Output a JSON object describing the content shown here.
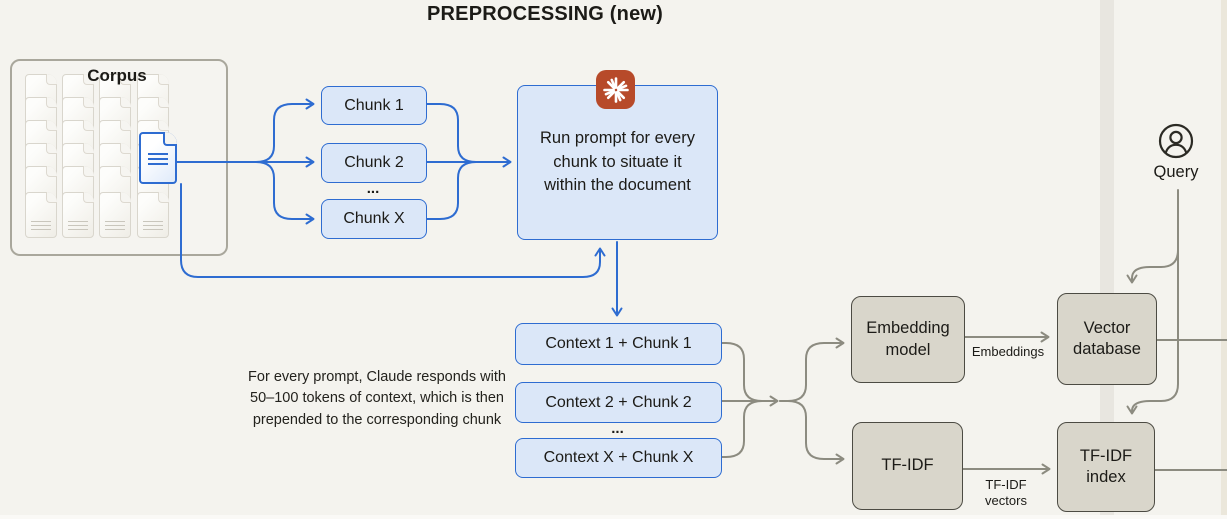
{
  "title": "PREPROCESSING (new)",
  "corpus": {
    "label": "Corpus"
  },
  "chunks": {
    "chunk1": "Chunk 1",
    "chunk2": "Chunk 2",
    "ellipsis": "...",
    "chunkX": "Chunk X"
  },
  "prompt_box": {
    "text": "Run prompt for every chunk to situate it within the document",
    "icon": "claude-starburst-icon"
  },
  "contexts": {
    "context1": "Context 1 + Chunk 1",
    "context2": "Context 2 + Chunk 2",
    "ellipsis": "...",
    "contextX": "Context X + Chunk X"
  },
  "note": "For every prompt, Claude responds with 50–100 tokens of context, which is then prepended to the corresponding chunk",
  "nodes": {
    "embedding_model": "Embedding model",
    "tfidf": "TF-IDF",
    "vector_database": "Vector database",
    "tfidf_index": "TF-IDF index"
  },
  "edge_labels": {
    "embeddings": "Embeddings",
    "tfidf_vectors": "TF-IDF vectors"
  },
  "query": {
    "label": "Query"
  },
  "colors": {
    "background": "#f4f3ee",
    "divider_band": "#e8e6e0",
    "blue_accent": "#2e6cd1",
    "blue_fill": "#dbe7f8",
    "gray_line": "#8c8b80",
    "gray_box_fill": "#d9d6cb",
    "claude_orange": "#b74a2a",
    "text": "#1c1b17"
  }
}
